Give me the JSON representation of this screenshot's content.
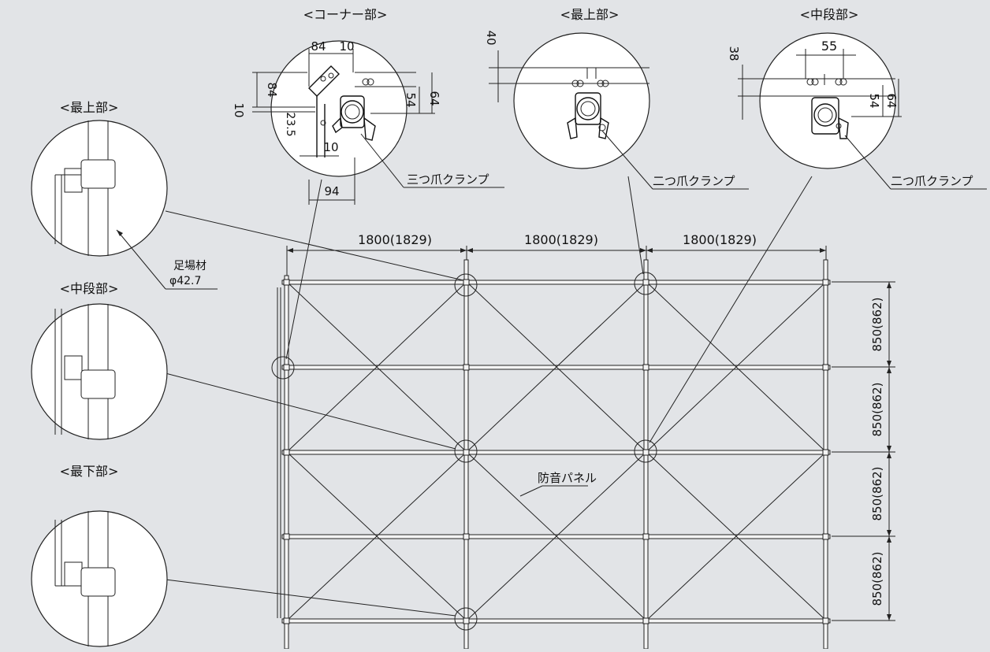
{
  "left_details": {
    "top": {
      "title": "<最上部>"
    },
    "middle": {
      "title": "<中段部>"
    },
    "bottom": {
      "title": "<最下部>"
    },
    "material_label": "足場材",
    "material_size": "φ42.7"
  },
  "corner_detail": {
    "title": "<コーナー部>",
    "dims": {
      "a": "84",
      "b": "10",
      "c": "84",
      "d": "10",
      "e": "23.5",
      "f": "10",
      "g": "94",
      "h": "54",
      "i": "64"
    },
    "clamp_label": "三つ爪クランプ"
  },
  "top_detail": {
    "title": "<最上部>",
    "dims": {
      "a": "40"
    },
    "clamp_label": "二つ爪クランプ"
  },
  "middle_detail": {
    "title": "<中段部>",
    "dims": {
      "a": "38",
      "b": "55",
      "c": "54",
      "d": "64"
    },
    "clamp_label": "二つ爪クランプ"
  },
  "frame": {
    "spans": [
      "1800(1829)",
      "1800(1829)",
      "1800(1829)"
    ],
    "rows": [
      "850(862)",
      "850(862)",
      "850(862)",
      "850(862)"
    ],
    "panel_label": "防音パネル"
  }
}
